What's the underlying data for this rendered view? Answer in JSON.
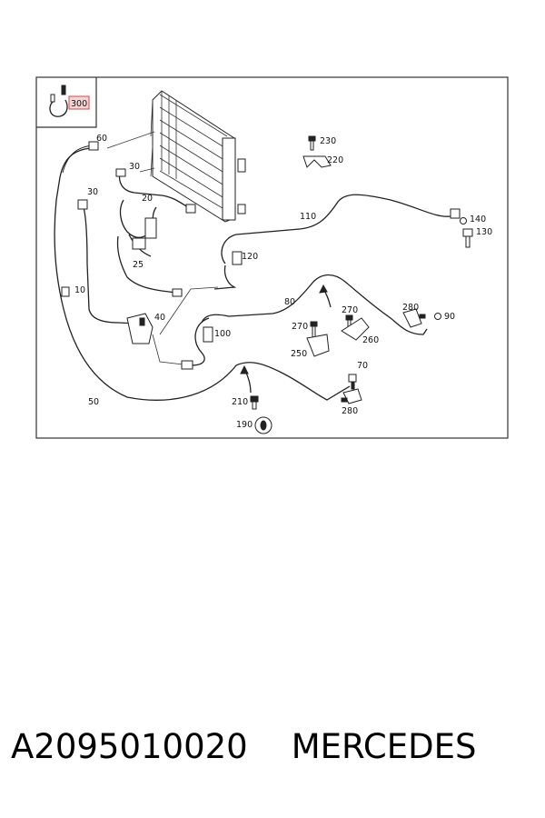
{
  "diagram": {
    "inset_label": "300",
    "labels": {
      "l10": "10",
      "l20": "20",
      "l25": "25",
      "l30a": "30",
      "l30b": "30",
      "l40": "40",
      "l50": "50",
      "l60": "60",
      "l70": "70",
      "l80": "80",
      "l90": "90",
      "l100": "100",
      "l110": "110",
      "l120": "120",
      "l130": "130",
      "l140": "140",
      "l190": "190",
      "l210": "210",
      "l220": "220",
      "l230": "230",
      "l250": "250",
      "l260": "260",
      "l270a": "270",
      "l270b": "270",
      "l280a": "280",
      "l280b": "280"
    }
  },
  "caption": {
    "part_number": "A2095010020",
    "brand": "MERCEDES"
  }
}
